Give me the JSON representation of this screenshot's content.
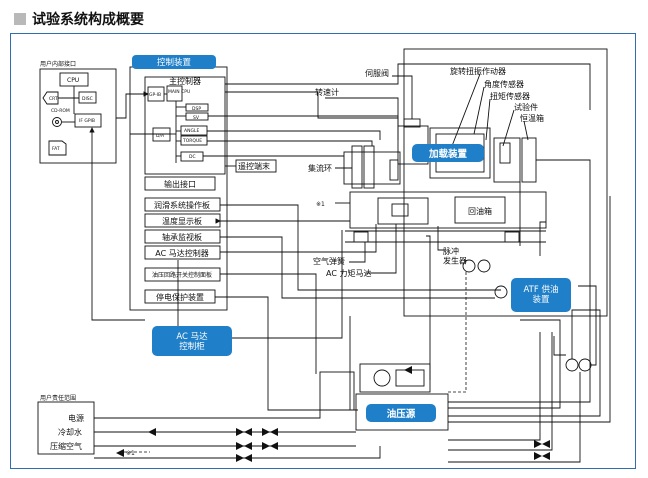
{
  "page_title": "试验系统构成概要",
  "labels": {
    "user_interface": "用户内部接口",
    "cpu": "CPU",
    "crt": "CRT",
    "disc": "DISC",
    "cd_rom": "CD-ROM",
    "gpib_small": "IF GPIB",
    "fat": "FAT",
    "control_device": "控制装置",
    "main_controller": "主控制器",
    "gpib": "GP-IB",
    "main_cpu": "MAIN CPU",
    "dsp": "DSP",
    "sv": "SV",
    "da": "D/A",
    "angle": "ANGLE",
    "torque": "TORQUE",
    "dc": "DC",
    "remote_terminal": "遥控端末",
    "output_interface": "输出接口",
    "lube_panel": "润滑系统操作板",
    "temp_panel": "温度显示板",
    "bearing_panel": "轴承监视板",
    "ac_motor_ctrl": "AC 马达控制器",
    "hydraulic_switch_panel": "油压回路开关控制面板",
    "power_fail_protect": "停电保护装置",
    "ac_motor_cabinet": "AC 马达\n控制柜",
    "servo_valve": "伺服阀",
    "speed_meter": "转速计",
    "rotary_actuator": "旋转扭振作动器",
    "angle_sensor": "角度传感器",
    "torque_sensor": "扭矩传感器",
    "test_piece": "试验件",
    "thermostat_box": "恒温箱",
    "loading_device": "加载装置",
    "slip_ring": "集流环",
    "star1_a": "※1",
    "oil_return_box": "回油箱",
    "air_spring": "空气弹簧",
    "ac_torque_motor": "AC 力矩马达",
    "pulse_generator": "脉冲\n发生器",
    "atf_supply": "ATF 供油\n装置",
    "user_scope": "用户责任范围",
    "power": "电源",
    "cooling_water": "冷却水",
    "compressed_air": "压缩空气",
    "star1_b": "※1",
    "hydraulic_source": "油压源"
  },
  "colors": {
    "frame": "#2f6fb0",
    "blue_box": "#1f7fc8",
    "title_square": "#b9b9b9"
  }
}
